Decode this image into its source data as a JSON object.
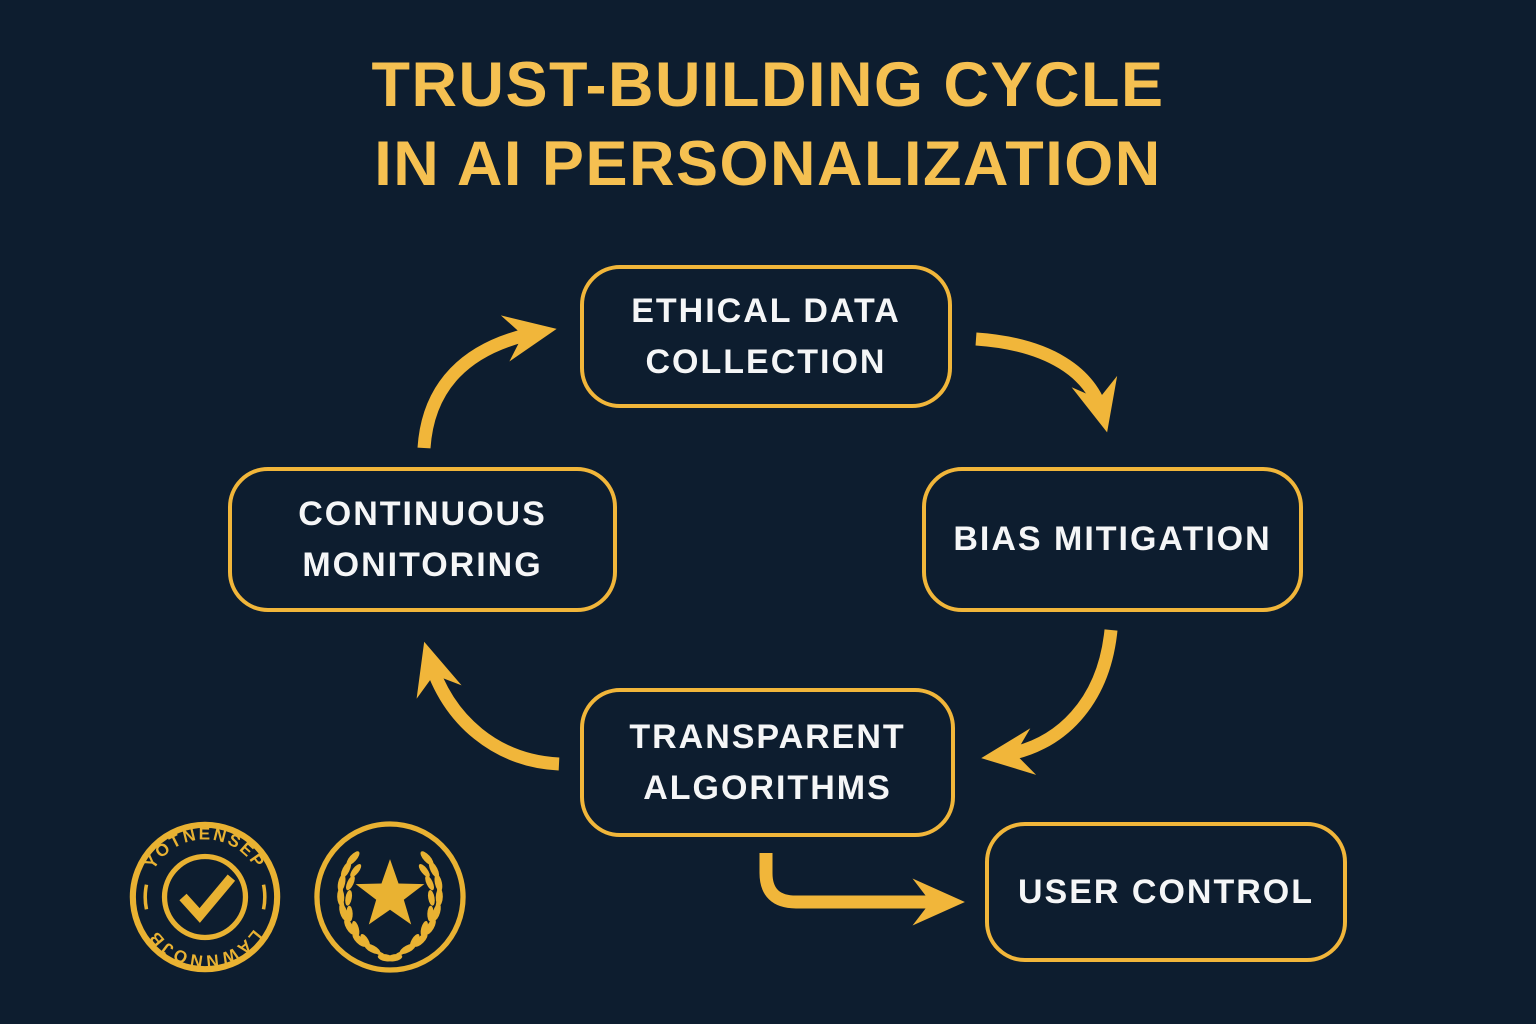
{
  "title": {
    "line1": "TRUST-BUILDING CYCLE",
    "line2": "IN AI PERSONALIZATION"
  },
  "cycle": {
    "ethical_data_collection": "ETHICAL DATA\nCOLLECTION",
    "bias_mitigation": "BIAS MITIGATION",
    "continuous_monitoring": "CONTINUOUS\nMONITORING",
    "transparent_algorithms": "TRANSPARENT\nALGORITHMS",
    "user_control": "USER CONTROL"
  },
  "badges": {
    "check_stamp": {
      "top_text": "YOTNENSEP",
      "bottom_text": "LAWNNOJB",
      "icon": "checkmark-stamp"
    },
    "laurel_seal": {
      "icon": "star-laurel-wreath"
    }
  },
  "colors": {
    "background": "#0d1d2f",
    "gold_accent": "#f1b63a",
    "title_gold": "#f5c051",
    "badge_gold": "#e9b232",
    "node_text": "#f5f6f7"
  }
}
